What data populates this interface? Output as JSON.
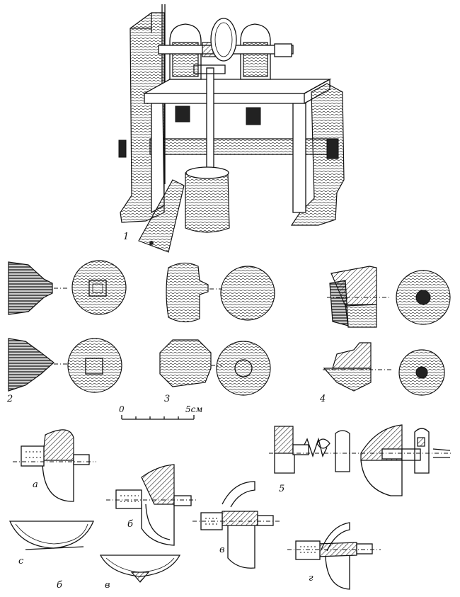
{
  "figure": {
    "labels": {
      "lathe": "1",
      "group2": "2",
      "group3": "3",
      "group4": "4",
      "group5": "5",
      "step_a": "а",
      "step_b": "б",
      "step_v": "в",
      "step_g": "г",
      "bowl_left": "с",
      "bowl_b": "б",
      "bowl_v": "в"
    },
    "scale_bar": {
      "start_label": "0",
      "end_label": "5см"
    }
  }
}
